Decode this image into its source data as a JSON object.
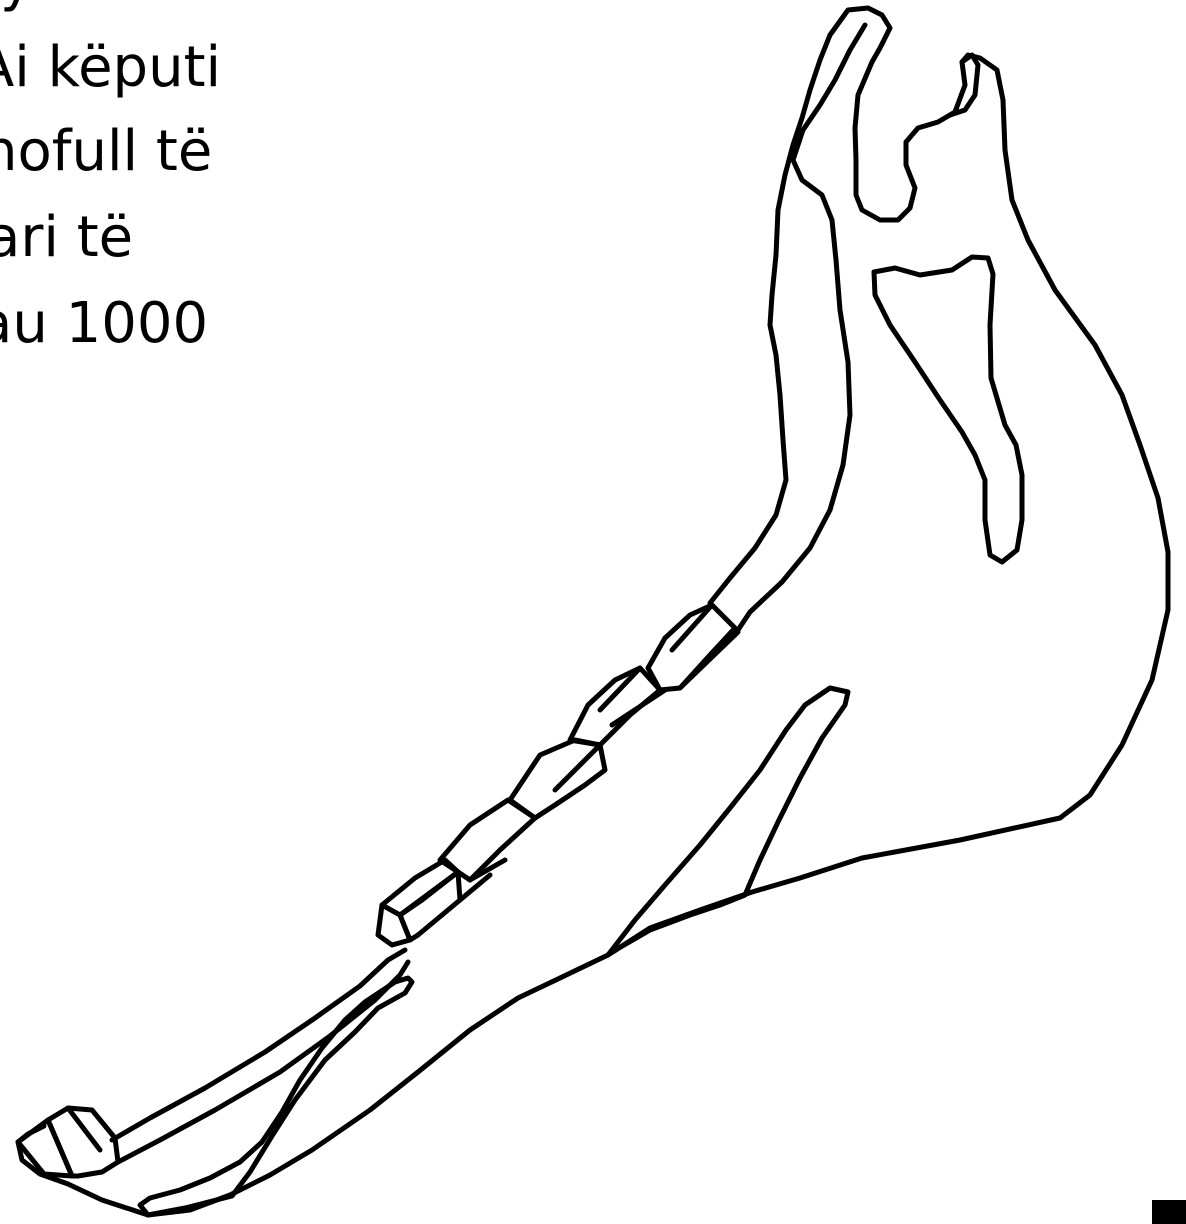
{
  "text_lines": [
    "y",
    "Ai këputi",
    "nofull të",
    "ari të",
    "au 1000"
  ],
  "colors": {
    "background": "#ffffff",
    "stroke": "#000000"
  }
}
